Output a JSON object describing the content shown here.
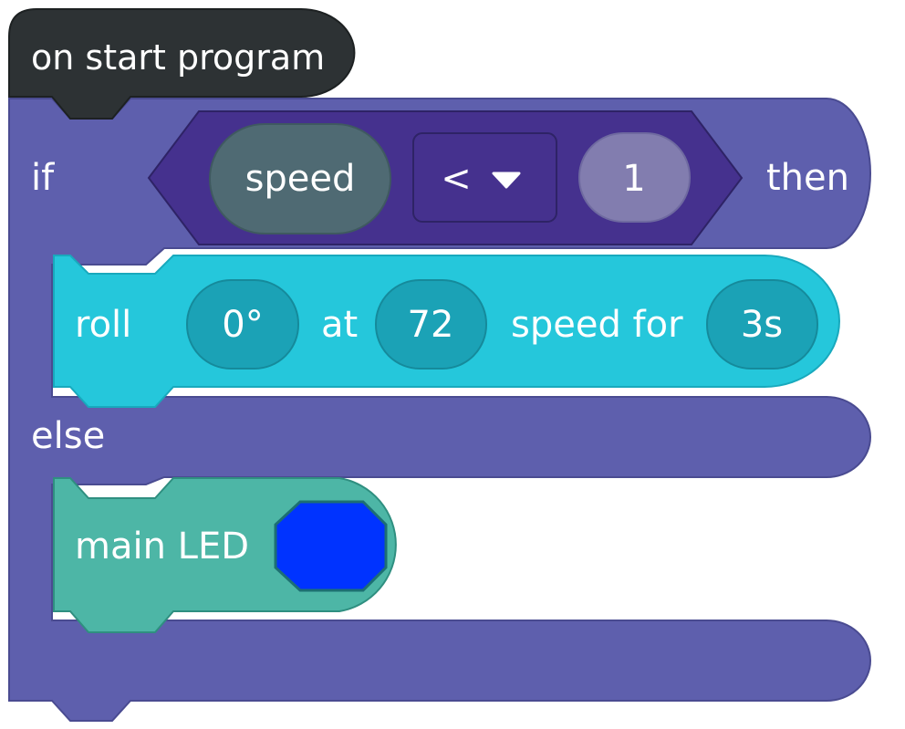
{
  "program": {
    "hat_label": "on start program",
    "if_label": "if",
    "then_label": "then",
    "else_label": "else"
  },
  "condition": {
    "variable": "speed",
    "operator": "<",
    "value": "1"
  },
  "roll_block": {
    "label": "roll",
    "heading": "0°",
    "at_label": "at",
    "speed_value": "72",
    "speed_for_label": "speed for",
    "duration": "3s"
  },
  "led_block": {
    "label": "main LED",
    "color": "#0033ff"
  },
  "colors": {
    "hat": "#2d3234",
    "control": "#5e5fad",
    "control_stroke": "#4a4b91",
    "operator": "#45318e",
    "variable": "#4f6a73",
    "number_pill": "#827daf",
    "roll": "#25c7db",
    "roll_param": "#1ba2b6",
    "led": "#4db6a6",
    "led_stroke": "#2f8f80"
  }
}
